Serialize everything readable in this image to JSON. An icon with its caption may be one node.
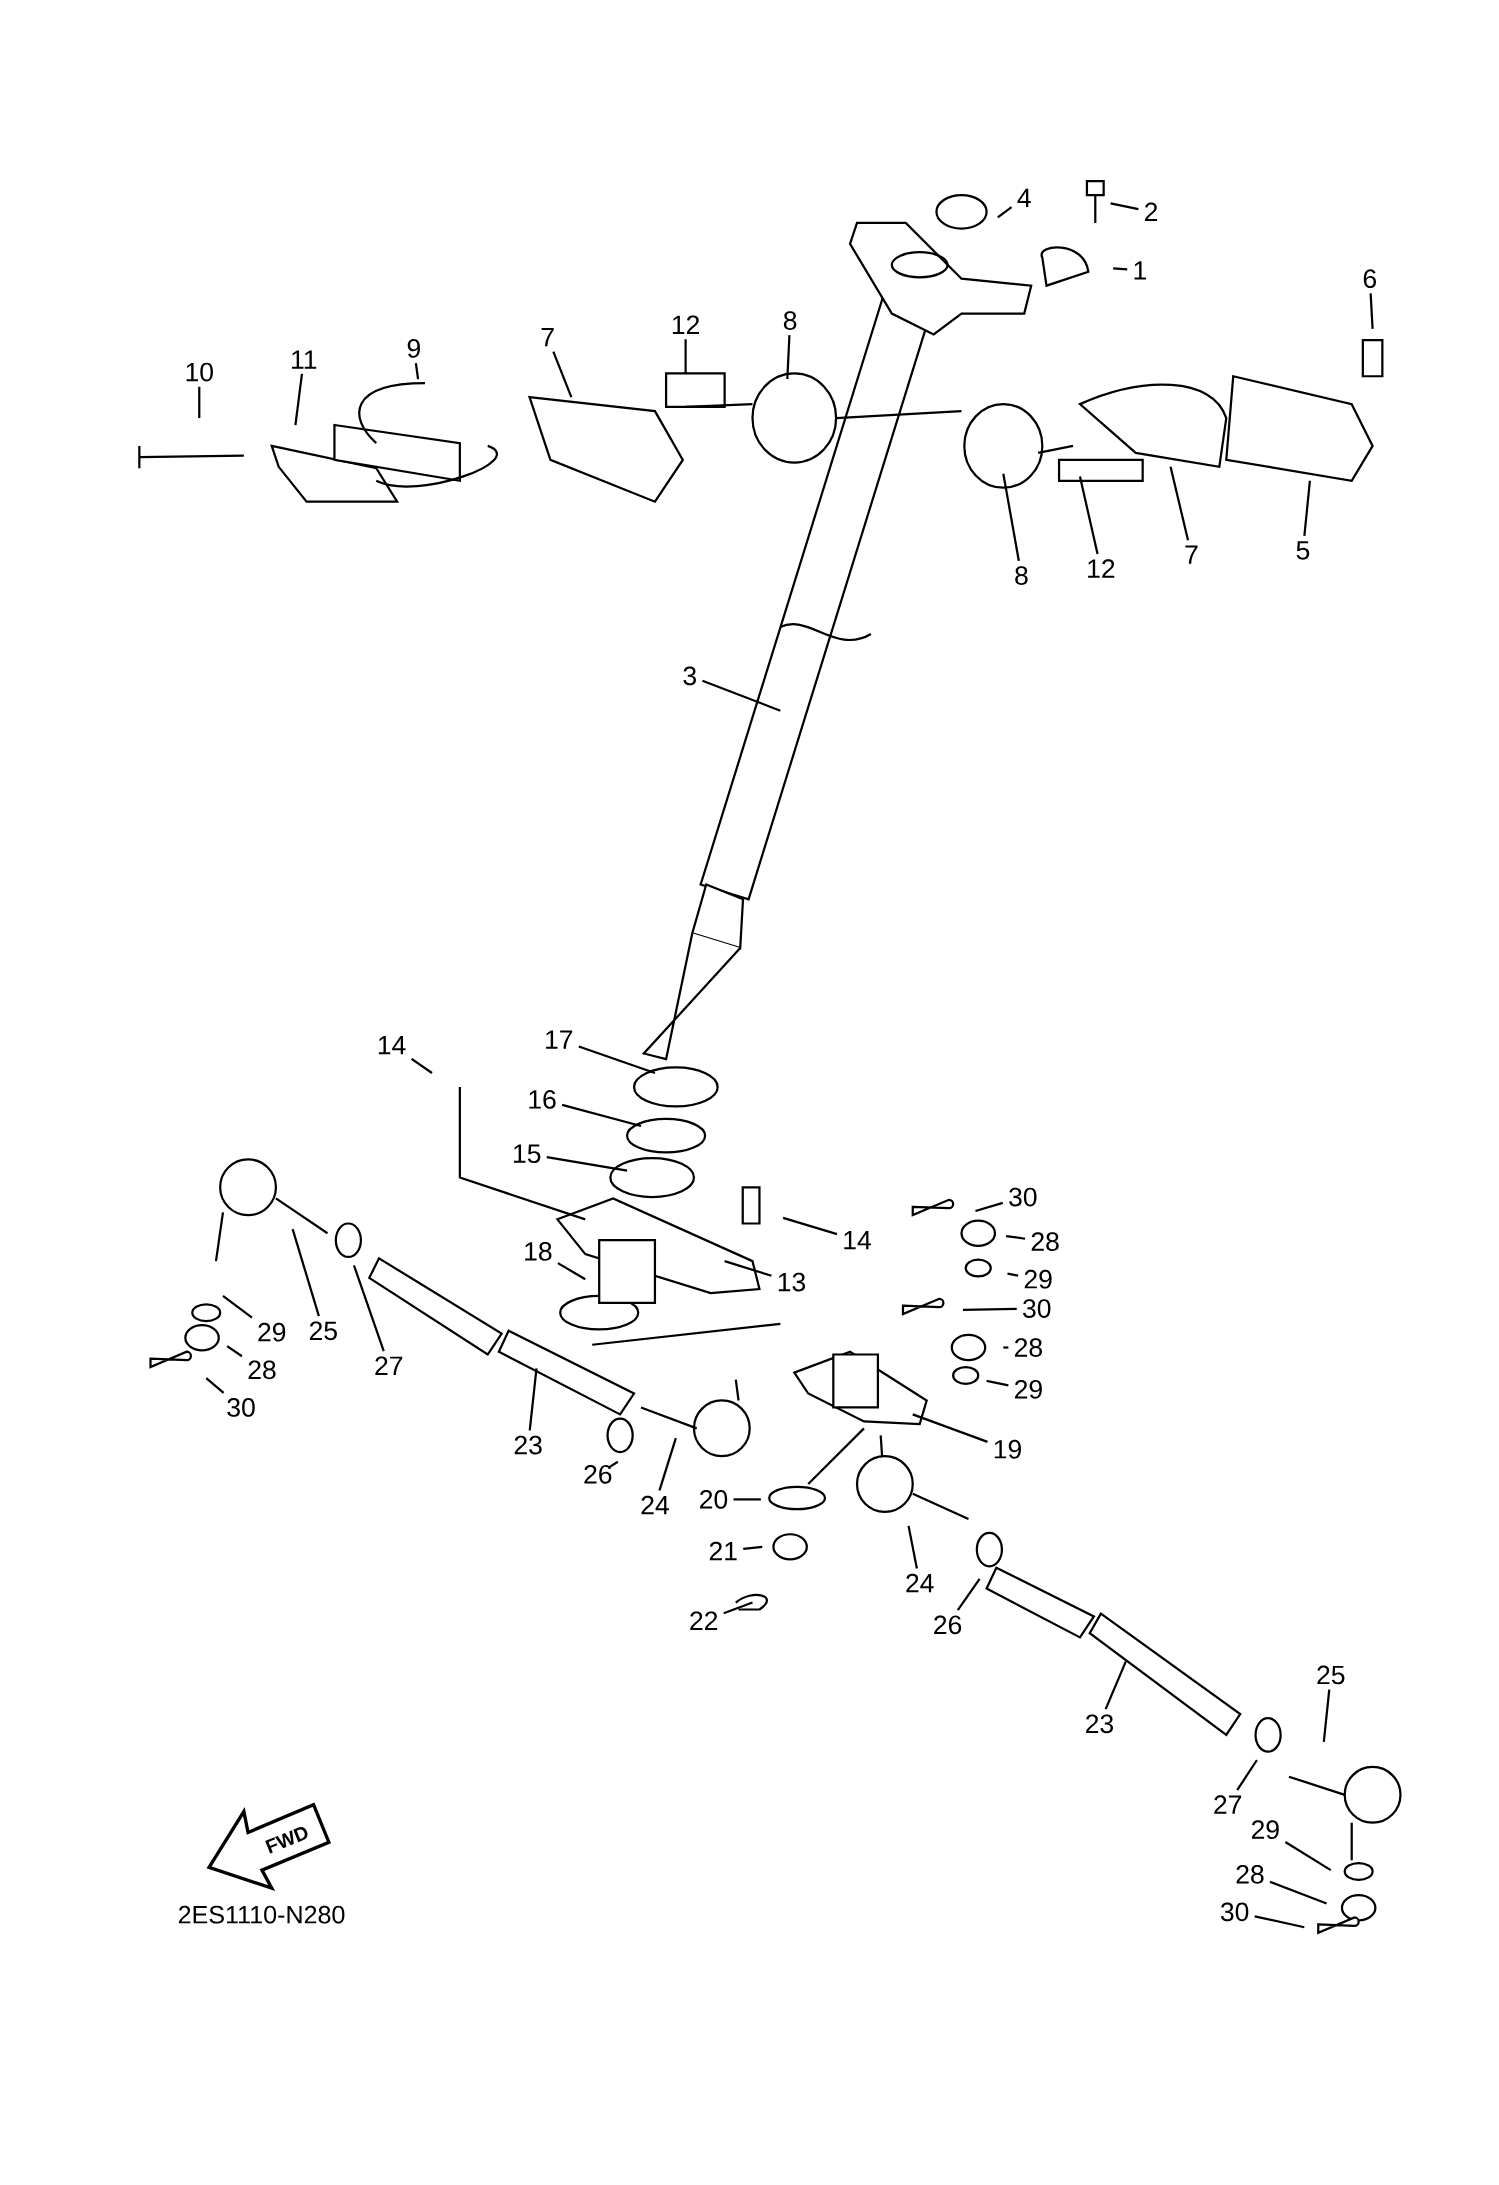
{
  "diagram": {
    "nodes": [
      {
        "text": [
          "4"
        ]
      },
      {
        "text": [
          "2"
        ]
      },
      {
        "text": [
          "1"
        ]
      },
      {
        "text": [
          "6"
        ]
      },
      {
        "text": [
          "8"
        ]
      },
      {
        "text": [
          "12"
        ]
      },
      {
        "text": [
          "7"
        ]
      },
      {
        "text": [
          "9"
        ]
      },
      {
        "text": [
          "11"
        ]
      },
      {
        "text": [
          "10"
        ]
      },
      {
        "text": [
          "5"
        ]
      },
      {
        "text": [
          "7"
        ]
      },
      {
        "text": [
          "12"
        ]
      },
      {
        "text": [
          "8"
        ]
      },
      {
        "text": [
          "3"
        ]
      },
      {
        "text": [
          "17"
        ]
      },
      {
        "text": [
          "14"
        ]
      },
      {
        "text": [
          "16"
        ]
      },
      {
        "text": [
          "15"
        ]
      },
      {
        "text": [
          "30"
        ]
      },
      {
        "text": [
          "14"
        ]
      },
      {
        "text": [
          "28"
        ]
      },
      {
        "text": [
          "18"
        ]
      },
      {
        "text": [
          "29"
        ]
      },
      {
        "text": [
          "13"
        ]
      },
      {
        "text": [
          "30"
        ]
      },
      {
        "text": [
          "25"
        ]
      },
      {
        "text": [
          "29"
        ]
      },
      {
        "text": [
          "28"
        ]
      },
      {
        "text": [
          "27"
        ]
      },
      {
        "text": [
          "28"
        ]
      },
      {
        "text": [
          "29"
        ]
      },
      {
        "text": [
          "30"
        ]
      },
      {
        "text": [
          "23"
        ]
      },
      {
        "text": [
          "19"
        ]
      },
      {
        "text": [
          "26"
        ]
      },
      {
        "text": [
          "20"
        ]
      },
      {
        "text": [
          "24"
        ]
      },
      {
        "text": [
          "21"
        ]
      },
      {
        "text": [
          "24"
        ]
      },
      {
        "text": [
          "22"
        ]
      },
      {
        "text": [
          "26"
        ]
      },
      {
        "text": [
          "25"
        ]
      },
      {
        "text": [
          "23"
        ]
      },
      {
        "text": [
          "27"
        ]
      },
      {
        "text": [
          "29"
        ]
      },
      {
        "text": [
          "28"
        ]
      },
      {
        "text": [
          "30"
        ]
      },
      {
        "text": [],
        "shape": "picture"
      }
    ],
    "edges": [
      {
        "from": 0,
        "to": null,
        "arrow": "none"
      },
      {
        "from": 1,
        "to": null,
        "arrow": "none"
      },
      {
        "from": 2,
        "to": 48,
        "arrow": "none"
      },
      {
        "from": 3,
        "to": null,
        "arrow": "none"
      },
      {
        "from": 4,
        "to": null,
        "arrow": "none"
      },
      {
        "from": 5,
        "to": null,
        "arrow": "none"
      },
      {
        "from": 6,
        "to": null,
        "arrow": "none"
      },
      {
        "from": 7,
        "to": null,
        "arrow": "none"
      },
      {
        "from": 8,
        "to": null,
        "arrow": "none"
      },
      {
        "from": 9,
        "to": null,
        "arrow": "none"
      },
      {
        "from": 10,
        "to": null,
        "arrow": "none"
      },
      {
        "from": 11,
        "to": null,
        "arrow": "none"
      },
      {
        "from": 12,
        "to": null,
        "arrow": "none"
      },
      {
        "from": 13,
        "to": null,
        "arrow": "none"
      },
      {
        "from": 14,
        "to": null,
        "arrow": "none"
      },
      {
        "from": 15,
        "to": null,
        "arrow": "none"
      },
      {
        "from": 16,
        "to": null,
        "arrow": "none"
      },
      {
        "from": 17,
        "to": null,
        "arrow": "none"
      },
      {
        "from": 18,
        "to": null,
        "arrow": "none"
      },
      {
        "from": 19,
        "to": null,
        "arrow": "none"
      },
      {
        "from": 20,
        "to": null,
        "arrow": "none"
      },
      {
        "from": 21,
        "to": null,
        "arrow": "none"
      },
      {
        "from": 22,
        "to": null,
        "arrow": "none"
      },
      {
        "from": 23,
        "to": null,
        "arrow": "none"
      },
      {
        "from": 24,
        "to": null,
        "arrow": "none"
      },
      {
        "from": 25,
        "to": null,
        "arrow": "none"
      },
      {
        "from": 26,
        "to": null,
        "arrow": "none"
      },
      {
        "from": 27,
        "to": null,
        "arrow": "none"
      },
      {
        "from": 28,
        "to": null,
        "arrow": "none"
      },
      {
        "from": 29,
        "to": null,
        "arrow": "none"
      },
      {
        "from": 30,
        "to": null,
        "arrow": "none"
      },
      {
        "from": 31,
        "to": null,
        "arrow": "none"
      },
      {
        "from": 32,
        "to": null,
        "arrow": "none"
      },
      {
        "from": 33,
        "to": null,
        "arrow": "none"
      },
      {
        "from": 34,
        "to": null,
        "arrow": "none"
      },
      {
        "from": 35,
        "to": null,
        "arrow": "none"
      },
      {
        "from": 36,
        "to": null,
        "arrow": "none"
      },
      {
        "from": 37,
        "to": null,
        "arrow": "none"
      },
      {
        "from": 38,
        "to": null,
        "arrow": "none"
      },
      {
        "from": 39,
        "to": null,
        "arrow": "none"
      },
      {
        "from": 40,
        "to": null,
        "arrow": "none"
      },
      {
        "from": 41,
        "to": null,
        "arrow": "none"
      },
      {
        "from": 42,
        "to": null,
        "arrow": "none"
      },
      {
        "from": 43,
        "to": null,
        "arrow": "none"
      },
      {
        "from": 44,
        "to": null,
        "arrow": "none"
      },
      {
        "from": 45,
        "to": null,
        "arrow": "none"
      },
      {
        "from": 46,
        "to": null,
        "arrow": "none"
      },
      {
        "from": 47,
        "to": null,
        "arrow": "none"
      }
    ],
    "labels": [
      "FWD",
      "2ES1110-N280"
    ]
  }
}
